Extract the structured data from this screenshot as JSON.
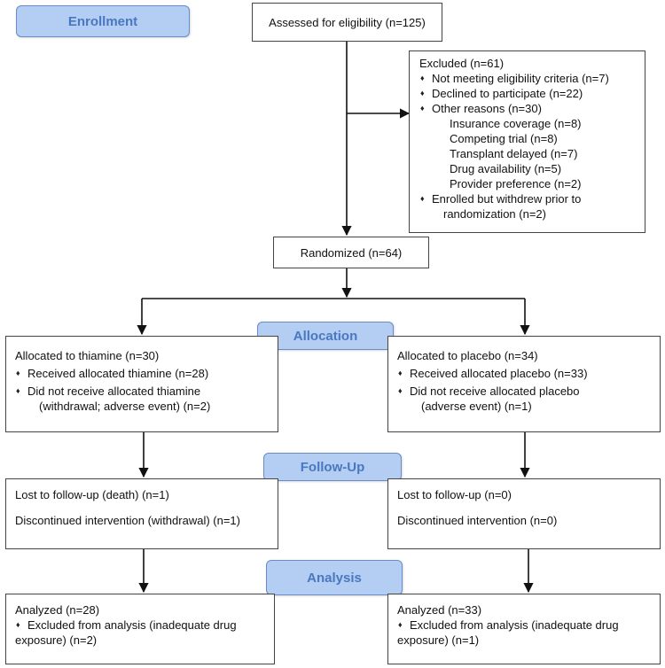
{
  "stages": {
    "enrollment": "Enrollment",
    "allocation": "Allocation",
    "follow_up": "Follow-Up",
    "analysis": "Analysis"
  },
  "assessed": "Assessed for eligibility (n=125)",
  "excluded": {
    "title": "Excluded (n=61)",
    "not_meeting": "Not meeting eligibility criteria (n=7)",
    "declined": "Declined to participate (n=22)",
    "other": "Other reasons (n=30)",
    "other_reasons": [
      "Insurance coverage (n=8)",
      "Competing trial (n=8)",
      "Transplant delayed (n=7)",
      "Drug availability (n=5)",
      "Provider preference (n=2)"
    ],
    "withdrew_line1": "Enrolled but withdrew prior to",
    "withdrew_line2": "randomization (n=2)"
  },
  "randomized": "Randomized (n=64)",
  "thiamine_alloc": {
    "title": "Allocated to thiamine (n=30)",
    "received": "Received allocated thiamine (n=28)",
    "not_received_line1": "Did not receive allocated thiamine",
    "not_received_line2": "(withdrawal; adverse event) (n=2)"
  },
  "placebo_alloc": {
    "title": "Allocated to placebo (n=34)",
    "received": "Received allocated placebo (n=33)",
    "not_received_line1": "Did not receive allocated placebo",
    "not_received_line2": "(adverse event) (n=1)"
  },
  "thiamine_follow": {
    "lost": "Lost to follow-up (death) (n=1)",
    "discontinued": "Discontinued intervention (withdrawal) (n=1)"
  },
  "placebo_follow": {
    "lost": "Lost to follow-up (n=0)",
    "discontinued": "Discontinued intervention (n=0)"
  },
  "thiamine_analysis": {
    "analyzed": "Analyzed (n=28)",
    "excluded_line1": "Excluded from analysis (inadequate drug",
    "excluded_line2": "exposure) (n=2)"
  },
  "placebo_analysis": {
    "analyzed": "Analyzed (n=33)",
    "excluded_line1": "Excluded from analysis (inadequate drug",
    "excluded_line2": "exposure) (n=1)"
  }
}
